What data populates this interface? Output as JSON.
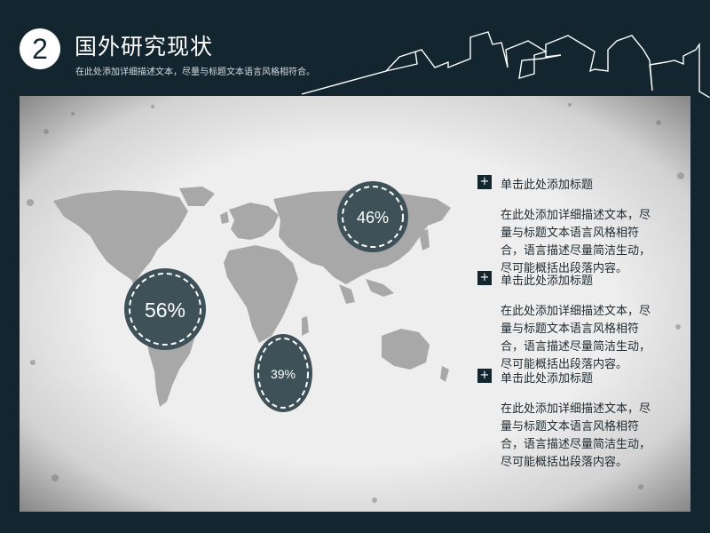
{
  "header": {
    "number": "2",
    "title": "国外研究现状",
    "subtitle": "在此处添加详细描述文本，尽量与标题文本语言风格相符合。"
  },
  "bubbles": [
    {
      "label": "56%",
      "value": 56
    },
    {
      "label": "46%",
      "value": 46
    },
    {
      "label": "39%",
      "value": 39
    }
  ],
  "items": [
    {
      "title": "单击此处添加标题",
      "desc": "在此处添加详细描述文本，尽量与标题文本语言风格相符合，语言描述尽量简洁生动，尽可能概括出段落内容。"
    },
    {
      "title": "单击此处添加标题",
      "desc": "在此处添加详细描述文本，尽量与标题文本语言风格相符合，语言描述尽量简洁生动，尽可能概括出段落内容。"
    },
    {
      "title": "单击此处添加标题",
      "desc": "在此处添加详细描述文本，尽量与标题文本语言风格相符合，语言描述尽量简洁生动，尽可能概括出段落内容。"
    }
  ],
  "colors": {
    "background": "#13252f",
    "panel": "#eeeeee",
    "map": "#a8a8a8",
    "bubble": "#3e5058",
    "accent": "#ffffff"
  },
  "icons": [
    "plus-icon",
    "skyline-line-art"
  ]
}
